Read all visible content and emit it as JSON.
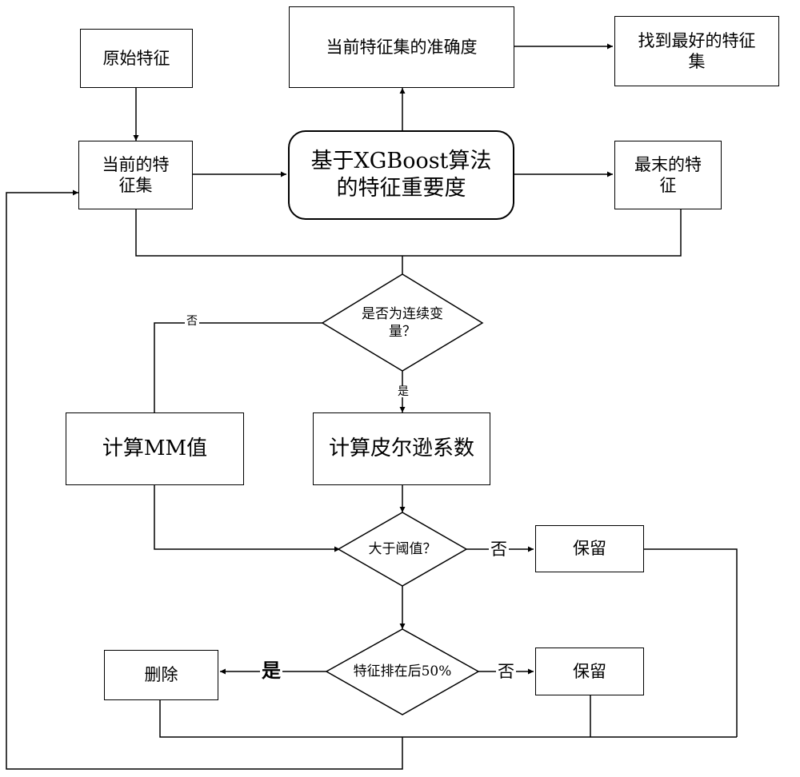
{
  "nodes": {
    "original_features": "原始特征",
    "current_feature_set": "当前的特\n征集",
    "accuracy": "当前特征集的准确度",
    "best_feature_set": "找到最好的特征\n集",
    "xgboost_importance": "基于XGBoost算法\n的特征重要度",
    "final_features": "最末的特\n征",
    "is_continuous": "是否为连续变\n量？",
    "calc_mm": "计算MM值",
    "calc_pearson": "计算皮尔逊系数",
    "above_threshold": "大于阈值？",
    "retain_1": "保留",
    "ranked_last_50": "特征排在后50%",
    "retain_2": "保留",
    "delete": "删除"
  },
  "edges": {
    "continuous_no": "否",
    "continuous_yes": "是",
    "threshold_no": "否",
    "rank_no": "否",
    "rank_yes": "是"
  },
  "colors": {
    "stroke": "#000000",
    "background": "#ffffff"
  }
}
